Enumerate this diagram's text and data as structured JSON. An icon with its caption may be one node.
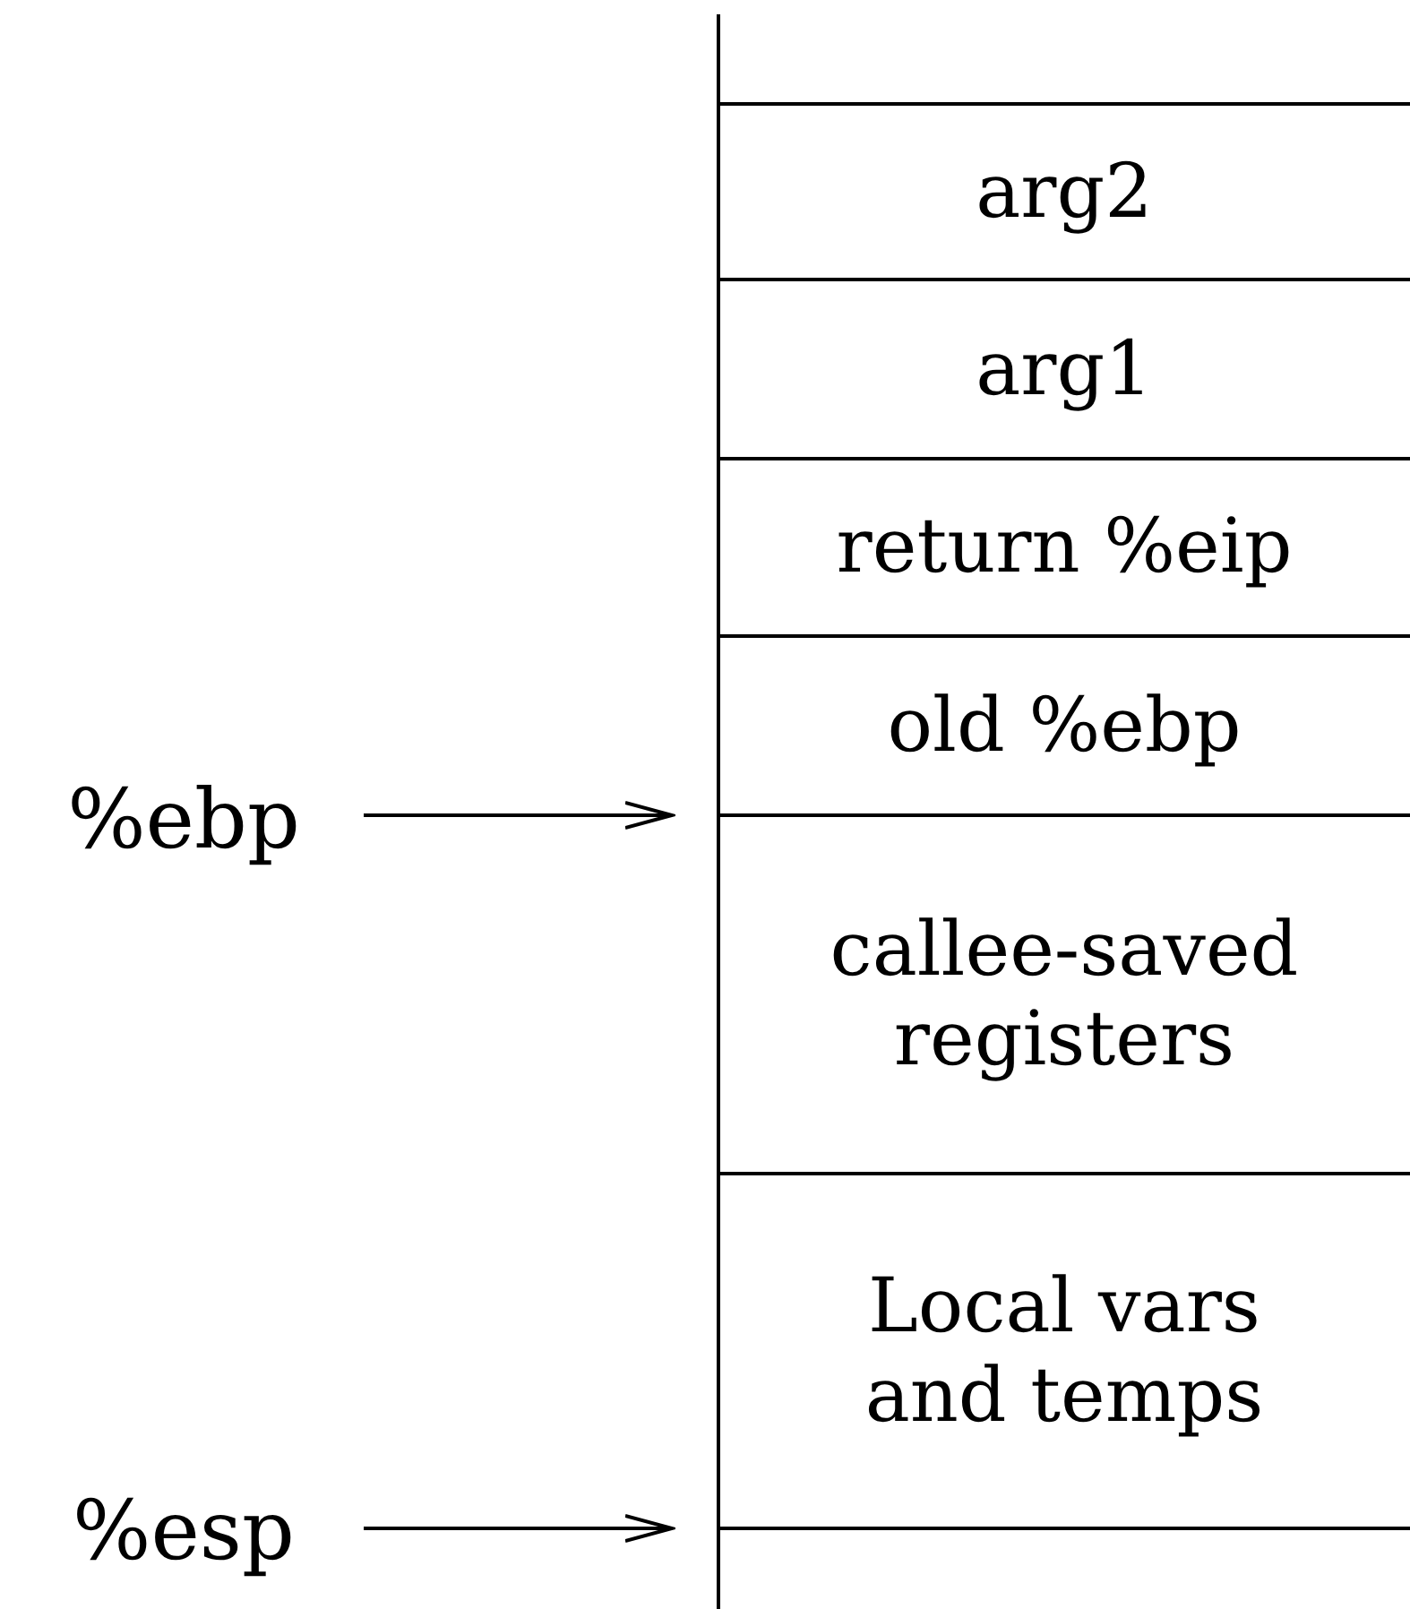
{
  "diagram": {
    "nodes": [
      {
        "text": [
          "arg2"
        ]
      },
      {
        "text": [
          "arg1"
        ]
      },
      {
        "text": [
          "return %eip"
        ]
      },
      {
        "text": [
          "old %ebp"
        ]
      },
      {
        "text": [
          "%ebp"
        ]
      },
      {
        "text": [
          "callee-saved registers"
        ]
      },
      {
        "text": [
          "Local vars and temps"
        ]
      },
      {
        "text": [
          "%esp"
        ]
      }
    ],
    "edges": [
      {
        "from": 4,
        "to": 3,
        "arrow": "to"
      },
      {
        "from": 7,
        "to": 6,
        "arrow": "to"
      }
    ]
  }
}
